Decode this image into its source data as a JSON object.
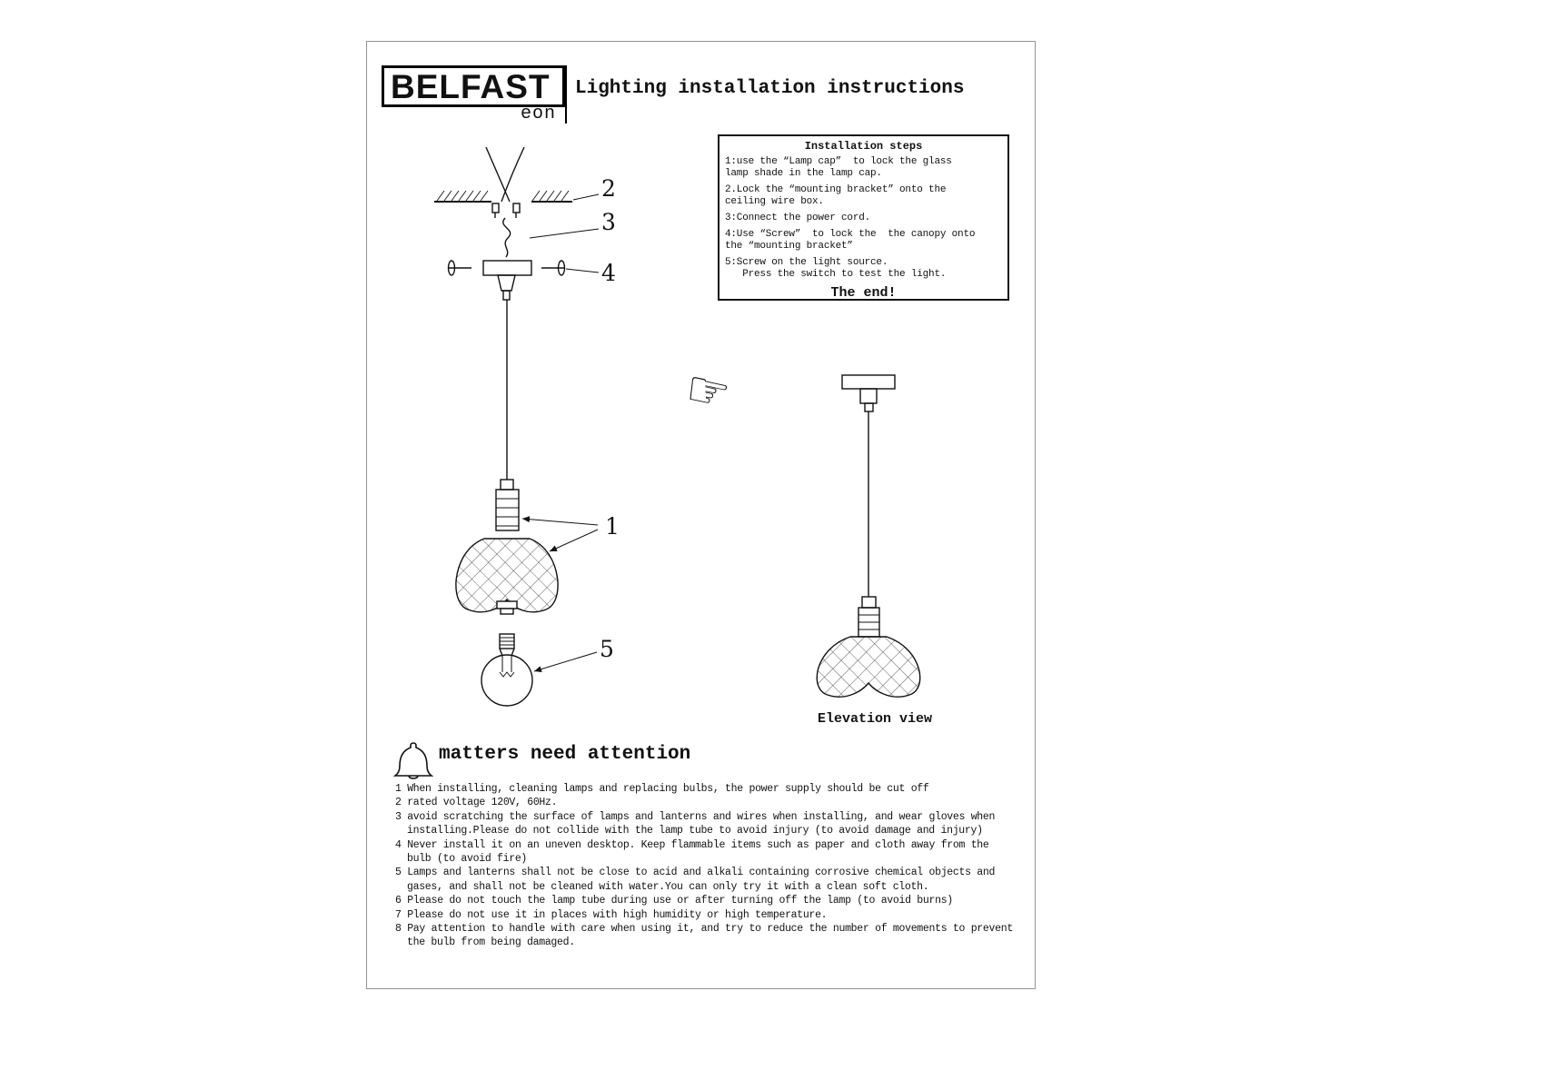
{
  "colors": {
    "ink": "#111111"
  },
  "header": {
    "brand": "BELFAST",
    "brand_sub": "eon",
    "title": "Lighting installation instructions"
  },
  "steps_box": {
    "title": "Installation steps",
    "steps": [
      "1:use the “Lamp cap”  to lock the glass\nlamp shade in the lamp cap.",
      "2.Lock the “mounting bracket” onto the\nceiling wire box.",
      "3:Connect the power cord.",
      "4:Use “Screw”  to lock the  the canopy onto\nthe “mounting bracket”",
      "5:Screw on the light source.\n   Press the switch to test the light."
    ],
    "end_label": "The end!"
  },
  "diagram": {
    "callouts": {
      "shade": "1",
      "ceiling": "2",
      "cord": "3",
      "screw": "4",
      "bulb": "5"
    }
  },
  "elevation": {
    "caption": "Elevation view"
  },
  "attention": {
    "heading": "matters need attention",
    "items": [
      "1 When installing, cleaning lamps and replacing bulbs, the power supply should be cut off",
      "2 rated voltage 120V, 60Hz.",
      "3 avoid scratching the surface of lamps and lanterns and wires when installing, and wear gloves when installing.Please do not collide with the lamp tube to avoid injury (to avoid damage and injury)",
      "4 Never install it on an uneven desktop. Keep flammable items such as paper and cloth away from the bulb (to avoid fire)",
      "5 Lamps and lanterns shall not be close to acid and alkali containing corrosive chemical objects and gases, and shall not be cleaned with water.You can only try it with a clean soft cloth.",
      "6 Please do not touch the lamp tube during use or after turning off the lamp (to avoid burns)",
      "7 Please do not use it in places with high humidity or high temperature.",
      "8 Pay attention to handle with care when using it, and try to reduce the number of movements to prevent the bulb from being damaged."
    ]
  },
  "icons": {
    "hand": "☞"
  }
}
